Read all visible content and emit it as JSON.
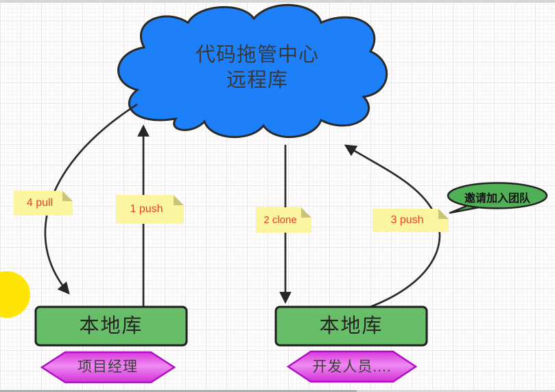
{
  "cloud": {
    "label_line1": "代码拖管中心",
    "label_line2": "远程库"
  },
  "repos": {
    "left": "本地库",
    "right": "本地库"
  },
  "roles": {
    "left": "项目经理",
    "right": "开发人员...."
  },
  "notes": {
    "pull": "4 pull",
    "push1": "1 push",
    "clone": "2 clone",
    "push3": "3  push"
  },
  "bubble": {
    "label": "邀请加入团队"
  },
  "colors": {
    "cloud_fill": "#1e80f8",
    "repo_fill": "#68bd68",
    "hex_edge": "#d93add",
    "hex_center": "#ef8af1",
    "note_fill": "#fbf5a0",
    "note_fold": "#c9c478",
    "note_text": "#e8402a",
    "bubble_fill": "#4fb055",
    "outline": "#2a2a2a",
    "pointer_yellow": "#ffe505"
  }
}
